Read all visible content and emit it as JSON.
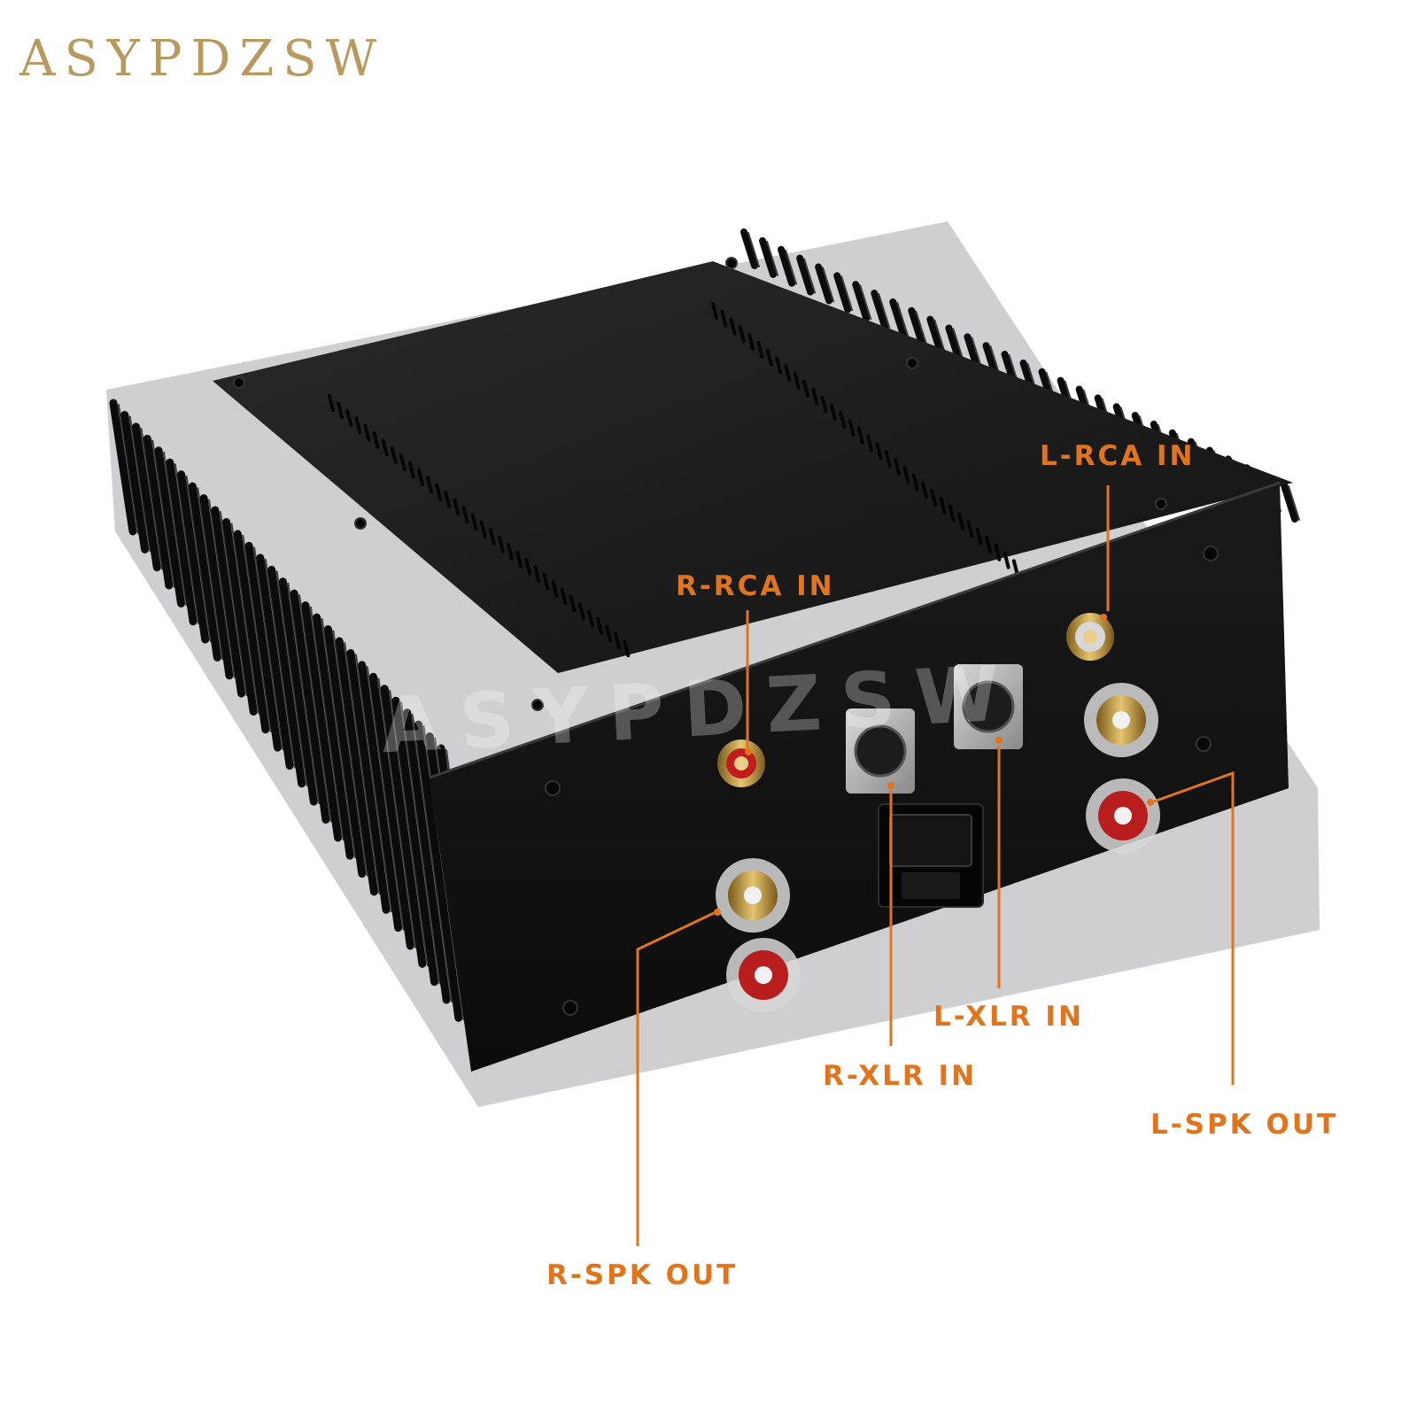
{
  "brand": {
    "logo_text": "ASYPDZSW",
    "watermark_text": "ASYPDZSW"
  },
  "colors": {
    "brand_gold": "#b99a5e",
    "label_orange": "#e0751e",
    "chassis": "#111111"
  },
  "labels": {
    "l_rca_in": "L-RCA IN",
    "r_rca_in": "R-RCA IN",
    "l_xlr_in": "L-XLR IN",
    "r_xlr_in": "R-XLR IN",
    "l_spk_out": "L-SPK OUT",
    "r_spk_out": "R-SPK OUT"
  }
}
